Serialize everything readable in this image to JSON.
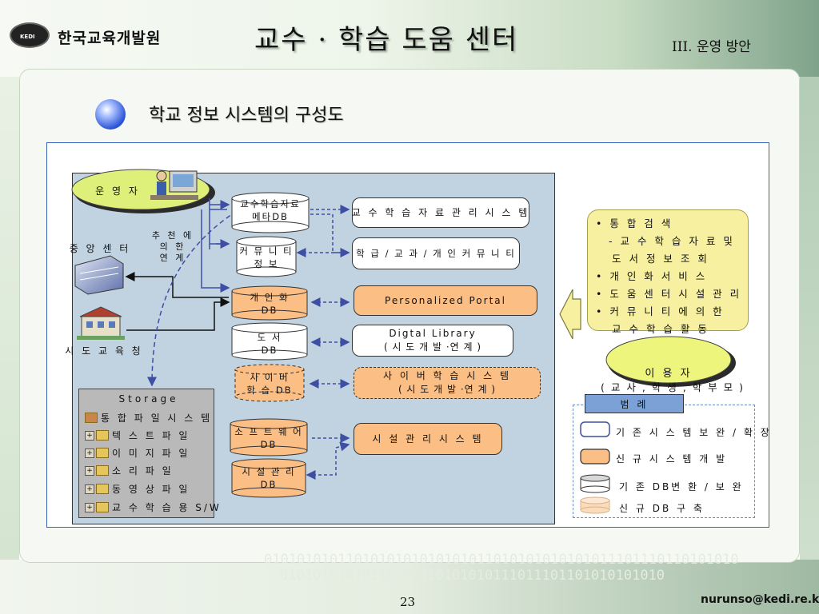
{
  "header": {
    "logo_text": "KEDI",
    "org_name": "한국교육개발원",
    "title": "교수 · 학습 도움 센터",
    "section": "III. 운영 방안"
  },
  "subtitle": "학교 정보 시스템의 구성도",
  "left": {
    "operator": "운 영 자",
    "recommend": [
      "추 천 에",
      "의 한",
      "연 계"
    ],
    "central_center": "중 앙 센 터",
    "regional_office": "시 도 교 육 청"
  },
  "databases": {
    "teaching_db": [
      "교수학습자료",
      "메타DB"
    ],
    "community_db": [
      "커 뮤 니 티",
      "정 보"
    ],
    "personal_db": [
      "개 인 화",
      "DB"
    ],
    "library_db": [
      "도 서",
      "DB"
    ],
    "cyber_db": [
      "사 이 버",
      "학 습 DB"
    ],
    "software_db": [
      "소 프 트 웨 어",
      "DB"
    ],
    "facility_db": [
      "시 설 관 리",
      "DB"
    ]
  },
  "systems": {
    "teaching_mgmt": "교 수 학 습 자 료 관 리 시 스 템",
    "community": "학 급 / 교 과 / 개 인 커 뮤 니 티",
    "portal": "Personalized   Portal",
    "library": [
      "Digtal Library",
      "( 시 도  개 발 ·연 계 )"
    ],
    "cyber": [
      "사 이 버 학 습 시 스 템",
      "( 시 도  개 발 ·연 계 )"
    ],
    "facility": "시 설 관 리 시 스 템"
  },
  "storage": {
    "title": "Storage",
    "items": [
      "통 합 파 일 시 스 템",
      "텍 스 트  파 일",
      "이 미 지  파 일",
      "소 리  파 일",
      "동 영 상  파 일",
      "교 수 학 습 용  S/W"
    ]
  },
  "services": {
    "lines": [
      "• 통 합 검 색",
      "- 교 수 학 습 자 료  및",
      "도 서 정 보  조 회",
      "• 개 인 화 서 비 스",
      "• 도 움 센 터 시 설 관 리",
      "• 커 뮤 니 티 에  의 한",
      "교 수 학 습  활 동"
    ]
  },
  "users": {
    "title": "이 용 자",
    "members": "( 교 사 , 학 생 ,  학 부 모 )"
  },
  "legend": {
    "title": "범 례",
    "existing_system": "기 존 시 스 템  보 완 / 확 장",
    "new_system": "신 규 시 스 템  개 발",
    "existing_db": "기 존 DB변 환 / 보 완",
    "new_db": "신 규 DB  구 축"
  },
  "footer": {
    "page": "23",
    "email": "nurunso@kedi.re.kr",
    "binary_1": "0101010101101010101010101011010101010101011101110110101010",
    "binary_2": "01010101010110101010101010111011101101010101010"
  },
  "colors": {
    "main_area": "#c1d3e1",
    "new_item": "#fbbf86",
    "info_box": "#f7f0a0",
    "users_oval": "#eef57c",
    "arrow": "#3e4fa3"
  }
}
